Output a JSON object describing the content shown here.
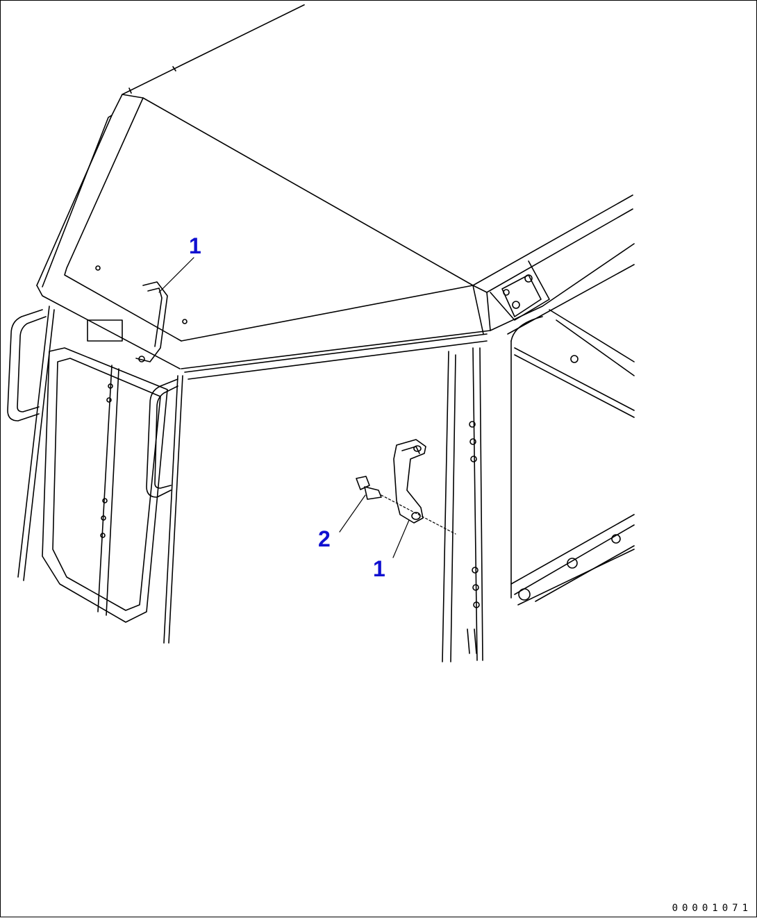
{
  "drawing": {
    "callouts": [
      {
        "id": "callout-1-upper",
        "text": "1"
      },
      {
        "id": "callout-2",
        "text": "2"
      },
      {
        "id": "callout-1-lower",
        "text": "1"
      }
    ],
    "code": "00001071"
  },
  "colors": {
    "callout": "#1010d0",
    "line": "#000000",
    "background": "#ffffff"
  }
}
